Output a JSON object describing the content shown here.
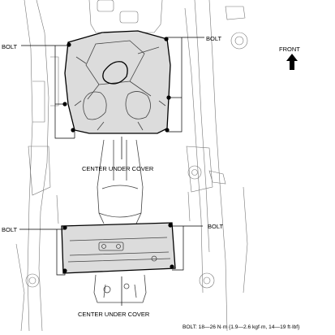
{
  "labels": {
    "bolt": "BOLT",
    "center_under_cover": "CENTER UNDER COVER",
    "front": "FRONT",
    "torque_spec": "BOLT: 18—26 N·m {1.9—2.6 kgf·m, 14—19 ft·lbf}"
  },
  "icons": {
    "front_direction": "arrow-up-icon"
  }
}
